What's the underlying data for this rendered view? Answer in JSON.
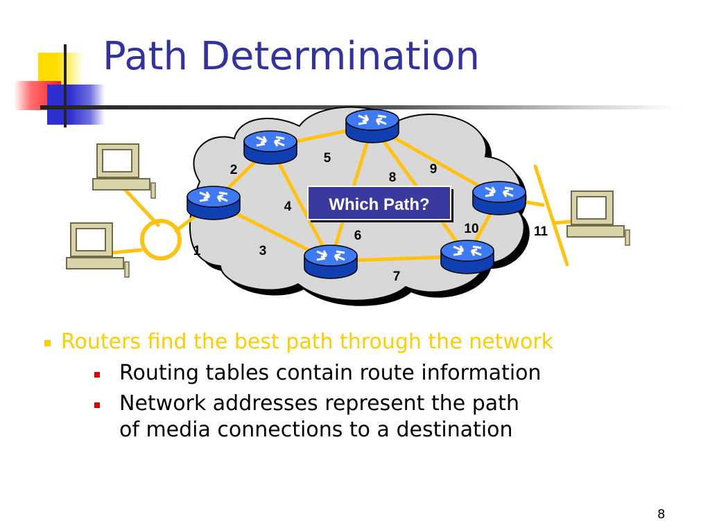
{
  "slide": {
    "title": "Path Determination",
    "page_number": "8",
    "bullets": {
      "main": "Routers find the best path through the network",
      "sub": [
        {
          "lines": [
            "Routing tables contain route information"
          ]
        },
        {
          "lines": [
            "Network addresses represent the path",
            "of media connections to a destination"
          ]
        }
      ]
    }
  },
  "diagram": {
    "callout": "Which Path?",
    "link_labels": [
      "1",
      "2",
      "3",
      "4",
      "5",
      "6",
      "7",
      "8",
      "9",
      "10",
      "11"
    ],
    "colors": {
      "link": "#ffc20e",
      "cloud": "#d8d8d8",
      "router": "#1f5ee8",
      "callout_bg": "#3a3a9e",
      "title": "#3333a0",
      "level1_text": "#ffcc00",
      "level2_bullet": "#e00000"
    }
  }
}
